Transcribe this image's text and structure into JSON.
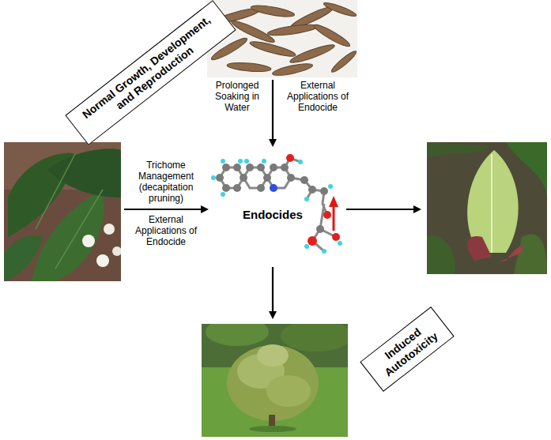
{
  "diagram": {
    "nodes": [
      {
        "text": [
          "Normal Growth, Development, and Reproduction"
        ]
      },
      {
        "text": [
          "Endocides"
        ]
      },
      {
        "text": [
          "Induced Autotoxicity"
        ]
      }
    ],
    "labels": [
      "Prolonged Soaking in Water",
      "External Applications of Endocide",
      "Trichome Management (decapitation pruning)",
      "External Applications of Endocide"
    ]
  }
}
